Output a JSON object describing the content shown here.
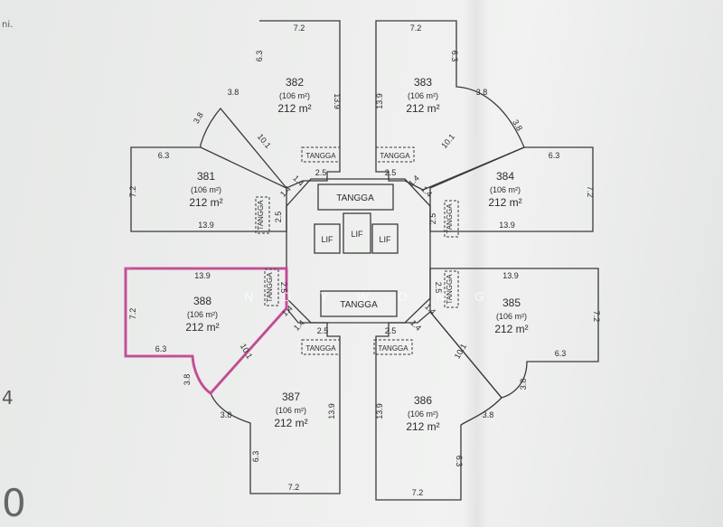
{
  "side_marks": {
    "top_left": "ni.",
    "left_mid": "4",
    "bottom_left": "0"
  },
  "watermark": "N D Y  W O N G",
  "core": {
    "tangga_top": "TANGGA",
    "tangga_bottom": "TANGGA",
    "lifts": [
      "LIF",
      "LIF",
      "LIF"
    ]
  },
  "stairs_label": "TANGGA",
  "units": {
    "u382": {
      "number": "382",
      "sub": "(106 m²)",
      "area": "212 m²",
      "dims": {
        "top": "7.2",
        "a": "6.3",
        "b": "3.8",
        "c": "3.8",
        "diag": "10.1",
        "right": "13.9",
        "x1": "1.4",
        "x2": "2.5"
      }
    },
    "u383": {
      "number": "383",
      "sub": "(106 m²)",
      "area": "212 m²",
      "dims": {
        "top": "7.2",
        "a": "6.3",
        "b": "3.8",
        "c": "3.8",
        "diag": "10.1",
        "left": "13.9",
        "x1": "1.4",
        "x2": "2.5"
      }
    },
    "u381": {
      "number": "381",
      "sub": "(106 m²)",
      "area": "212 m²",
      "dims": {
        "top": "6.3",
        "left": "7.2",
        "bottom": "13.9",
        "x1": "1.4",
        "x2": "2.5"
      }
    },
    "u384": {
      "number": "384",
      "sub": "(106 m²)",
      "area": "212 m²",
      "dims": {
        "top": "6.3",
        "right": "7.2",
        "bottom": "13.9",
        "x1": "1.4",
        "x2": "2.5"
      }
    },
    "u388": {
      "number": "388",
      "sub": "(106 m²)",
      "area": "212 m²",
      "dims": {
        "top": "13.9",
        "left": "7.2",
        "bottom": "6.3",
        "a": "3.8",
        "b": "3.8",
        "diag": "10.1",
        "x1": "1.4",
        "x2": "2.5"
      }
    },
    "u385": {
      "number": "385",
      "sub": "(106 m²)",
      "area": "212 m²",
      "dims": {
        "top": "13.9",
        "right": "7.2",
        "bottom": "6.3",
        "a": "3.8",
        "b": "3.8",
        "diag": "10.1",
        "x1": "1.4",
        "x2": "2.5"
      }
    },
    "u387": {
      "number": "387",
      "sub": "(106 m²)",
      "area": "212 m²",
      "dims": {
        "bottom": "7.2",
        "left": "6.3",
        "right": "13.9",
        "x1": "1.4",
        "x2": "2.5"
      }
    },
    "u386": {
      "number": "386",
      "sub": "(106 m²)",
      "area": "212 m²",
      "dims": {
        "bottom": "7.2",
        "right": "6.3",
        "left": "13.9",
        "x1": "1.4",
        "x2": "2.5"
      }
    }
  },
  "colors": {
    "line": "#3a3a3a",
    "highlight": "#c94a9a",
    "paper": "#edeeed"
  }
}
